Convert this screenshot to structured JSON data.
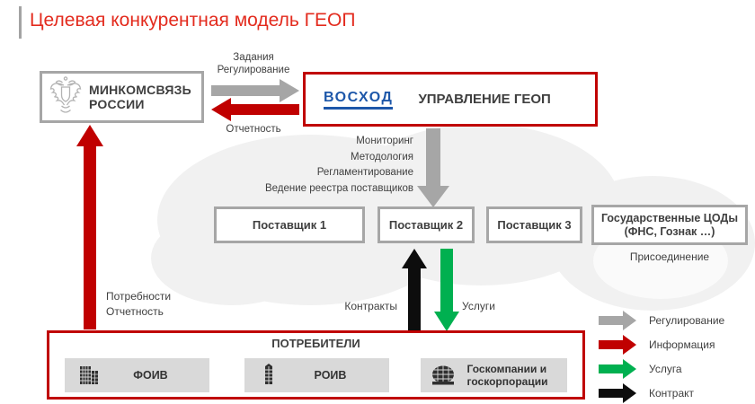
{
  "slide": {
    "title": "Целевая конкурентная модель ГЕОП"
  },
  "colors": {
    "title_red": "#e32b1e",
    "accent_red": "#c00000",
    "gray": "#a6a6a6",
    "green": "#00b050",
    "black": "#0d0d0d",
    "voskhod_blue": "#1d57a9"
  },
  "ministry": {
    "line1": "МИНКОМСВЯЗЬ",
    "line2": "РОССИИ",
    "icon": "russia-coat-of-arms-icon"
  },
  "management": {
    "logo": "ВОСХОД",
    "label": "УПРАВЛЕНИЕ ГЕОП"
  },
  "flows": {
    "tasks_line1": "Задания",
    "tasks_line2": "Регулирование",
    "reporting": "Отчетность",
    "functions": [
      "Мониторинг",
      "Методология",
      "Регламентирование",
      "Ведение реестра поставщиков"
    ],
    "needs_line1": "Потребности",
    "needs_line2": "Отчетность",
    "contracts": "Контракты",
    "services": "Услуги"
  },
  "suppliers": [
    "Поставщик 1",
    "Поставщик 2",
    "Поставщик 3"
  ],
  "datacenters": {
    "line1": "Государственные ЦОДы",
    "line2": "(ФНС, Гознак …)",
    "note": "Присоединение"
  },
  "consumers": {
    "title": "ПОТРЕБИТЕЛИ",
    "items": [
      {
        "label": "ФОИВ",
        "icon": "office-buildings-icon"
      },
      {
        "label": "РОИВ",
        "icon": "tower-building-icon"
      },
      {
        "label_line1": "Госкомпании и",
        "label_line2": "госкорпорации",
        "icon": "dome-building-icon"
      }
    ]
  },
  "legend": [
    {
      "label": "Регулирование",
      "color": "#a6a6a6"
    },
    {
      "label": "Информация",
      "color": "#c00000"
    },
    {
      "label": "Услуга",
      "color": "#00b050"
    },
    {
      "label": "Контракт",
      "color": "#0d0d0d"
    }
  ]
}
